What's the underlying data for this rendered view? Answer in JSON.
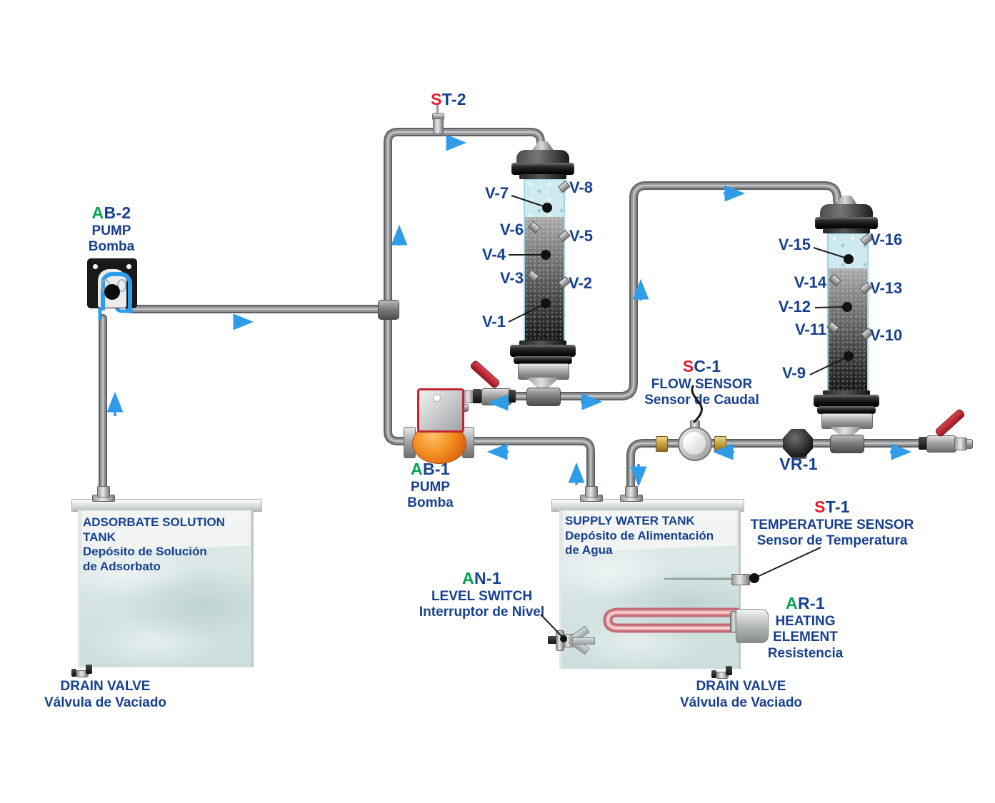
{
  "colors": {
    "label_blue": "#17418f",
    "tag_red": "#e8192c",
    "tag_green": "#00a44f",
    "arrow_blue": "#2f9ce8"
  },
  "tags": {
    "st2": {
      "first": "S",
      "rest": "T-2"
    },
    "ab2": {
      "first": "A",
      "rest": "B-2",
      "line1": "PUMP",
      "line2": "Bomba"
    },
    "ab1": {
      "first": "A",
      "rest": "B-1",
      "line1": "PUMP",
      "line2": "Bomba"
    },
    "sc1": {
      "first": "S",
      "rest": "C-1",
      "line1": "FLOW SENSOR",
      "line2": "Sensor de Caudal"
    },
    "st1": {
      "first": "S",
      "rest": "T-1",
      "line1": "TEMPERATURE SENSOR",
      "line2": "Sensor de Temperatura"
    },
    "an1": {
      "first": "A",
      "rest": "N-1",
      "line1": "LEVEL SWITCH",
      "line2": "Interruptor de Nivel"
    },
    "ar1": {
      "first": "A",
      "rest": "R-1",
      "line1": "HEATING",
      "line2": "ELEMENT",
      "line3": "Resistencia"
    },
    "vr1": {
      "label": "VR-1"
    }
  },
  "tanks": {
    "adsorbate": {
      "line1": "ADSORBATE SOLUTION",
      "line2": "TANK",
      "line3": "Depósito de Solución",
      "line4": "de Adsorbato"
    },
    "supply": {
      "line1": "SUPPLY WATER TANK",
      "line2": "Depósito de Alimentación",
      "line3": "de Agua"
    }
  },
  "drains": {
    "left": {
      "en": "DRAIN VALVE",
      "es": "Válvula de Vaciado"
    },
    "right": {
      "en": "DRAIN VALVE",
      "es": "Válvula de Vaciado"
    }
  },
  "valves": {
    "v1": "V-1",
    "v2": "V-2",
    "v3": "V-3",
    "v4": "V-4",
    "v5": "V-5",
    "v6": "V-6",
    "v7": "V-7",
    "v8": "V-8",
    "v9": "V-9",
    "v10": "V-10",
    "v11": "V-11",
    "v12": "V-12",
    "v13": "V-13",
    "v14": "V-14",
    "v15": "V-15",
    "v16": "V-16"
  }
}
